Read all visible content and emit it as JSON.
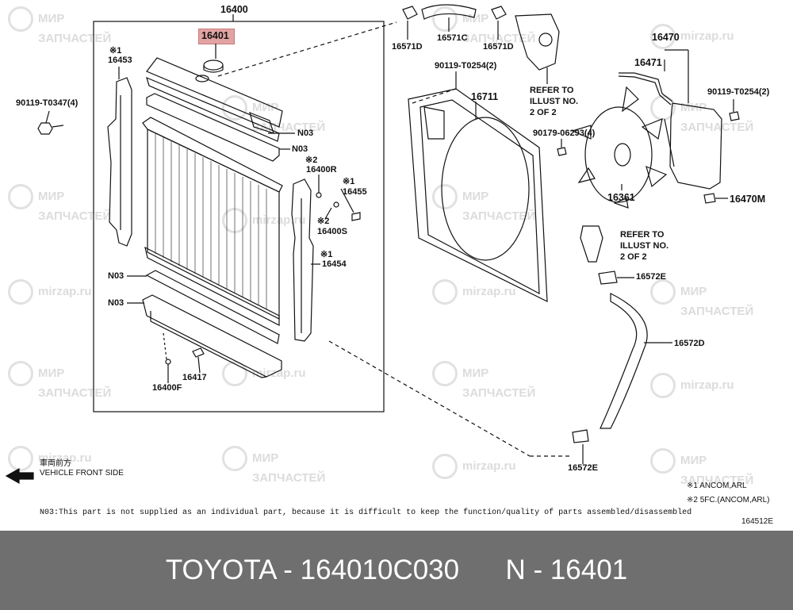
{
  "watermarks": {
    "ru": "МИР",
    "ru2": "ЗАПЧАСТЕЙ",
    "site": "mirzap.ru"
  },
  "callouts": {
    "assembly": "16400",
    "cap": "16401",
    "side_left_mark": "※1",
    "side_left": "16453",
    "bolt_left": "90119-T0347(4)",
    "hose_clamp_1": "16571D",
    "upper_hose": "16571C",
    "hose_clamp_2": "16571D",
    "bolt_shroud": "90119-T0254(2)",
    "shroud": "16711",
    "refer_1": "REFER TO\nILLUST NO.\n2 OF 2",
    "reservoir_assy": "16470",
    "reservoir_hose": "16471",
    "bolt_res": "90119-T0254(2)",
    "nut_fan": "90179-06293(4)",
    "fan": "16361",
    "res_cap": "16470M",
    "n03_a": "N03",
    "n03_b": "N03",
    "n03_c": "N03",
    "n03_d": "N03",
    "r_mark2": "※2",
    "r_16400R": "16400R",
    "s_mark1": "※1",
    "s_16455": "16455",
    "s_mark2": "※2",
    "s_16400S": "16400S",
    "side_r_mark": "※1",
    "side_right": "16454",
    "drain": "16417",
    "drain_f": "16400F",
    "refer_2": "REFER TO\nILLUST NO.\n2 OF 2",
    "clamp_e1": "16572E",
    "lower_hose": "16572D",
    "clamp_e2": "16572E"
  },
  "front": {
    "jp": "車両前方",
    "en": "VEHICLE FRONT SIDE"
  },
  "legend": {
    "l1": "※1 ANCOM,ARL",
    "l2": "※2 5FC.(ANCOM,ARL)"
  },
  "note": "N03:This part is not supplied as an individual part, because it is difficult to keep the function/quality of parts assembled/disassembled",
  "illustration_id": "164512E",
  "footer": {
    "text": "TOYOTA - 164010C030      N - 16401"
  },
  "colors": {
    "highlight": "#e2a3a3",
    "footer_bg": "#6f6f6f",
    "line": "#111111"
  }
}
